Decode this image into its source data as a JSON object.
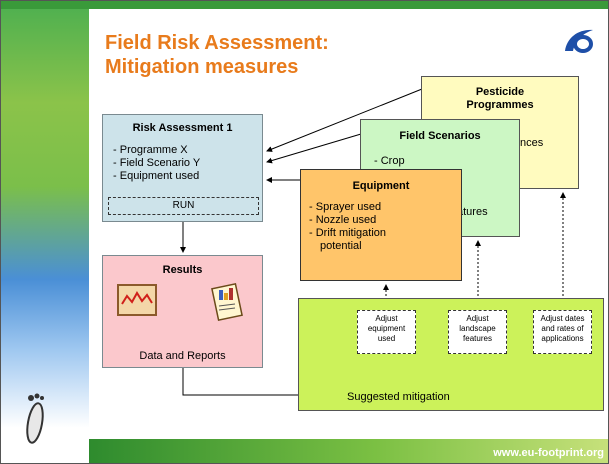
{
  "title_line1": "Field Risk Assessment:",
  "title_line2": "Mitigation measures",
  "footer_url": "www.eu-footprint.org",
  "risk_assessment": {
    "title": "Risk Assessment 1",
    "items": [
      "Programme X",
      "Field Scenario Y",
      "Equipment used"
    ],
    "run_label": "RUN"
  },
  "results": {
    "title": "Results",
    "caption": "Data and Reports"
  },
  "pesticide": {
    "title_line1": "Pesticide",
    "title_line2": "Programmes",
    "fragment": "nces"
  },
  "field_scenarios": {
    "title": "Field Scenarios",
    "fragment1": "- Crop",
    "fragment2": "atures"
  },
  "equipment": {
    "title": "Equipment",
    "items": [
      "Sprayer used",
      "Nozzle used",
      "Drift mitigation"
    ],
    "continuation": "potential"
  },
  "mitigation": {
    "steps": [
      [
        "Adjust",
        "equipment",
        "used"
      ],
      [
        "Adjust",
        "landscape",
        "features"
      ],
      [
        "Adjust dates",
        "and rates of",
        "applications"
      ]
    ],
    "caption": "Suggested mitigation"
  },
  "colors": {
    "title": "#e87b1c",
    "risk_box": "#cde3ea",
    "results_box": "#fbc8cc",
    "pesticide_box": "#fffbbf",
    "field_box": "#ccf7c4",
    "equipment_box": "#ffc56a",
    "mitigation_box": "#ccf25a"
  }
}
